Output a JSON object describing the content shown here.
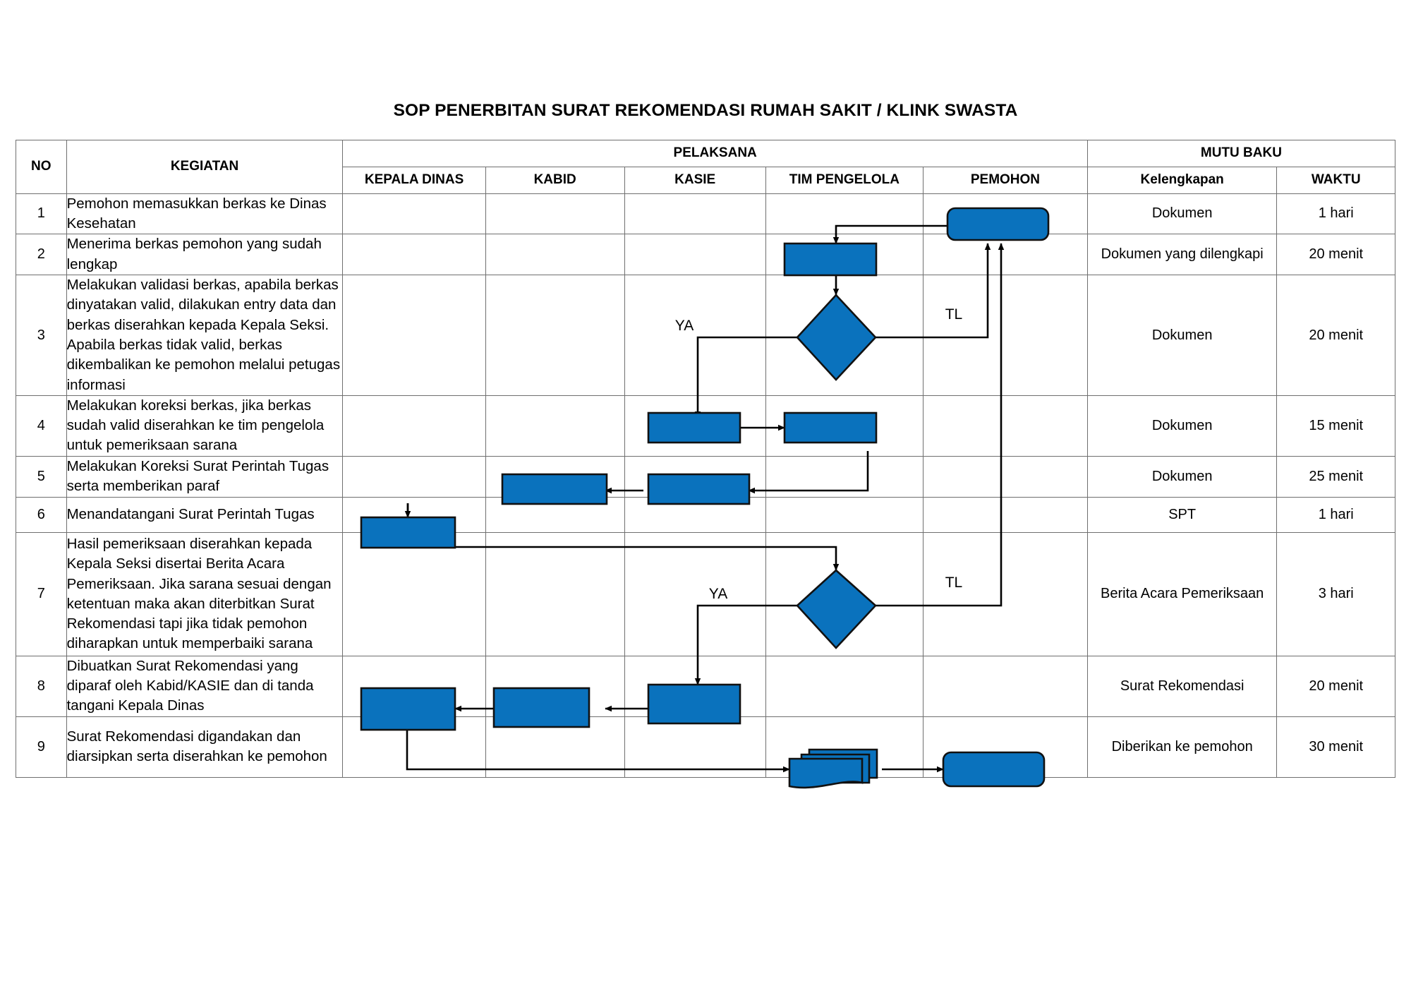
{
  "document": {
    "title": "SOP PENERBITAN SURAT REKOMENDASI RUMAH SAKIT / KLINK SWASTA"
  },
  "table": {
    "group_headers": {
      "no": "NO",
      "kegiatan": "KEGIATAN",
      "pelaksana": "PELAKSANA",
      "mutu_baku": "MUTU BAKU"
    },
    "sub_headers": {
      "kepala_dinas": "KEPALA DINAS",
      "kabid": "KABID",
      "kasie": "KASIE",
      "tim_pengelola": "TIM PENGELOLA",
      "pemohon": "PEMOHON",
      "kelengkapan": "Kelengkapan",
      "waktu": "WAKTU"
    },
    "rows": [
      {
        "no": "1",
        "kegiatan": "Pemohon memasukkan berkas ke Dinas Kesehatan",
        "kelengkapan": "Dokumen",
        "waktu": "1 hari"
      },
      {
        "no": "2",
        "kegiatan": "Menerima berkas pemohon yang sudah lengkap",
        "kelengkapan": "Dokumen yang dilengkapi",
        "waktu": "20 menit"
      },
      {
        "no": "3",
        "kegiatan": "Melakukan validasi berkas, apabila berkas dinyatakan valid, dilakukan entry data dan berkas diserahkan kepada Kepala Seksi. Apabila berkas tidak valid, berkas dikembalikan ke pemohon melalui petugas informasi",
        "kelengkapan": "Dokumen",
        "waktu": "20 menit"
      },
      {
        "no": "4",
        "kegiatan": "Melakukan koreksi berkas, jika berkas sudah valid diserahkan ke tim pengelola untuk pemeriksaan sarana",
        "kelengkapan": "Dokumen",
        "waktu": "15 menit"
      },
      {
        "no": "5",
        "kegiatan": "Melakukan Koreksi Surat Perintah Tugas serta memberikan paraf",
        "kelengkapan": "Dokumen",
        "waktu": "25 menit"
      },
      {
        "no": "6",
        "kegiatan": "Menandatangani Surat Perintah Tugas",
        "kelengkapan": "SPT",
        "waktu": "1 hari"
      },
      {
        "no": "7",
        "kegiatan": "Hasil pemeriksaan diserahkan kepada Kepala Seksi disertai Berita Acara Pemeriksaan. Jika sarana sesuai dengan ketentuan maka akan diterbitkan Surat Rekomendasi tapi jika tidak pemohon diharapkan untuk memperbaiki sarana",
        "kelengkapan": "Berita Acara Pemeriksaan",
        "waktu": "3 hari"
      },
      {
        "no": "8",
        "kegiatan": "Dibuatkan Surat Rekomendasi yang diparaf oleh Kabid/KASIE dan di tanda tangani Kepala Dinas",
        "kelengkapan": "Surat Rekomendasi",
        "waktu": "20 menit"
      },
      {
        "no": "9",
        "kegiatan": "Surat Rekomendasi digandakan dan diarsipkan serta diserahkan ke pemohon",
        "kelengkapan": "Diberikan ke pemohon",
        "waktu": "30 menit"
      }
    ]
  },
  "flow": {
    "shape_color": "#0a72bd",
    "shape_outline": "#111111",
    "connector_color": "#000000",
    "branch_labels": {
      "row3_yes": "YA",
      "row3_no": "TL",
      "row7_yes": "YA",
      "row7_no": "TL"
    },
    "shapes": [
      {
        "id": "s1",
        "row": "1",
        "lane": "PEMOHON",
        "type": "terminator"
      },
      {
        "id": "s2",
        "row": "2",
        "lane": "TIM PENGELOLA",
        "type": "process"
      },
      {
        "id": "s3",
        "row": "3",
        "lane": "TIM PENGELOLA",
        "type": "decision"
      },
      {
        "id": "s4a",
        "row": "4",
        "lane": "KASIE",
        "type": "process"
      },
      {
        "id": "s4b",
        "row": "4",
        "lane": "TIM PENGELOLA",
        "type": "process"
      },
      {
        "id": "s5a",
        "row": "5",
        "lane": "KABID",
        "type": "process"
      },
      {
        "id": "s5b",
        "row": "5",
        "lane": "KASIE",
        "type": "process"
      },
      {
        "id": "s6",
        "row": "6",
        "lane": "KEPALA DINAS",
        "type": "process"
      },
      {
        "id": "s7",
        "row": "7",
        "lane": "TIM PENGELOLA",
        "type": "decision"
      },
      {
        "id": "s8a",
        "row": "8",
        "lane": "KEPALA DINAS",
        "type": "process"
      },
      {
        "id": "s8b",
        "row": "8",
        "lane": "KABID",
        "type": "process"
      },
      {
        "id": "s8c",
        "row": "8",
        "lane": "KASIE",
        "type": "process"
      },
      {
        "id": "s9a",
        "row": "9",
        "lane": "TIM PENGELOLA",
        "type": "multidocument"
      },
      {
        "id": "s9b",
        "row": "9",
        "lane": "PEMOHON",
        "type": "terminator"
      }
    ]
  }
}
